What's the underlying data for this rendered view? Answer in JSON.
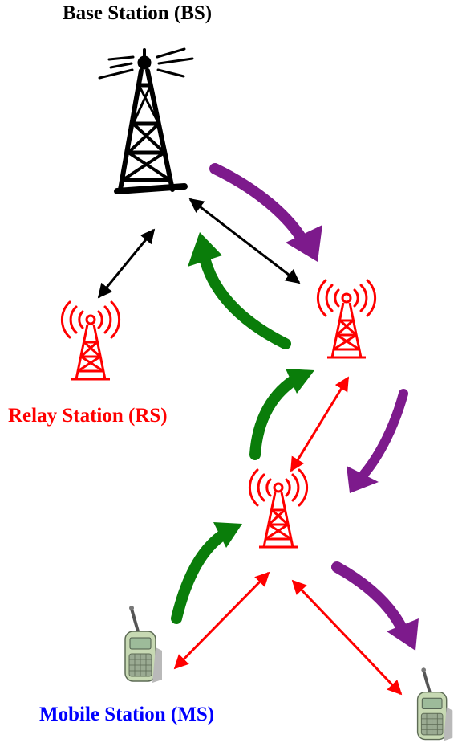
{
  "labels": {
    "base_station": "Base Station (BS)",
    "relay_station": "Relay Station (RS)",
    "mobile_station": "Mobile Station (MS)"
  },
  "colors": {
    "base_station": "#000000",
    "relay_station": "#ff0000",
    "mobile_station": "#0000ff",
    "uplink_arrow": "#0a7d0a",
    "downlink_arrow": "#7d1a8c",
    "bs_link": "#000000",
    "rs_link": "#ff0000"
  },
  "icons": {
    "base_station": "tower-icon",
    "relay_station": "relay-tower-icon",
    "mobile_station": "handset-icon"
  }
}
